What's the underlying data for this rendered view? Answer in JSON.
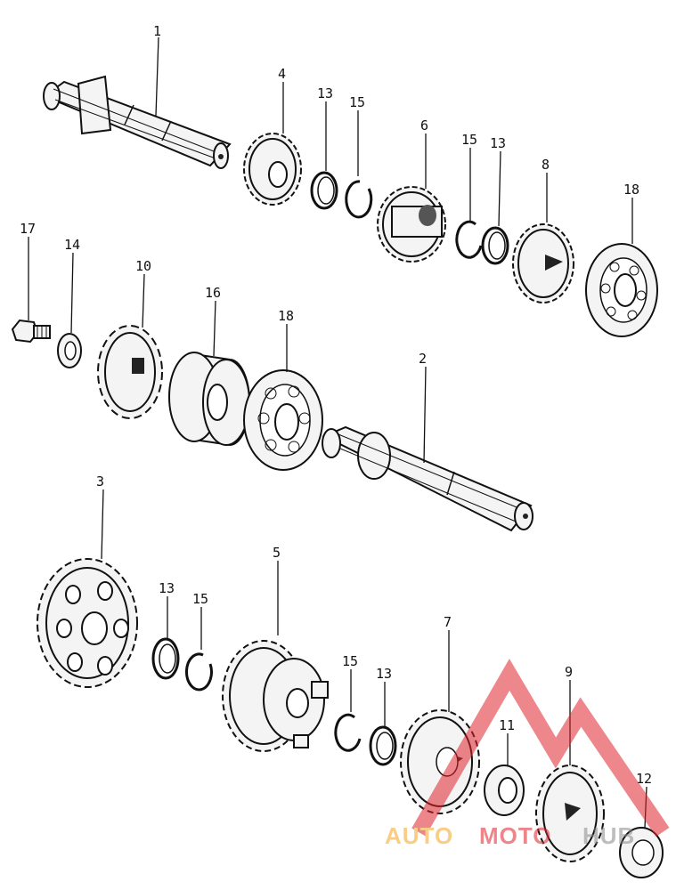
{
  "callouts": {
    "c1": "1",
    "c4": "4",
    "c13a": "13",
    "c15a": "15",
    "c6": "6",
    "c15b": "15",
    "c13b": "13",
    "c8": "8",
    "c18a": "18",
    "c17": "17",
    "c14": "14",
    "c10": "10",
    "c16": "16",
    "c18b": "18",
    "c2": "2",
    "c3": "3",
    "c13c": "13",
    "c15c": "15",
    "c5": "5",
    "c15d": "15",
    "c13d": "13",
    "c7": "7",
    "c11": "11",
    "c9": "9",
    "c12": "12"
  },
  "watermark": {
    "text_a": "AUTO",
    "text_b": "MOTO",
    "text_c": "HUB",
    "colors": {
      "red": "#e0252b",
      "orange": "#f5a623",
      "gray": "#8a8a8a"
    }
  }
}
